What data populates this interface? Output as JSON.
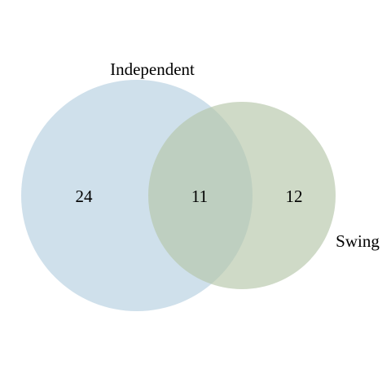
{
  "venn": {
    "sets": [
      {
        "name": "Independent",
        "color": "#b6cfe0"
      },
      {
        "name": "Swing",
        "color": "#b6c6a9"
      }
    ],
    "regions": {
      "only_a": "24",
      "intersection": "11",
      "only_b": "12"
    }
  }
}
